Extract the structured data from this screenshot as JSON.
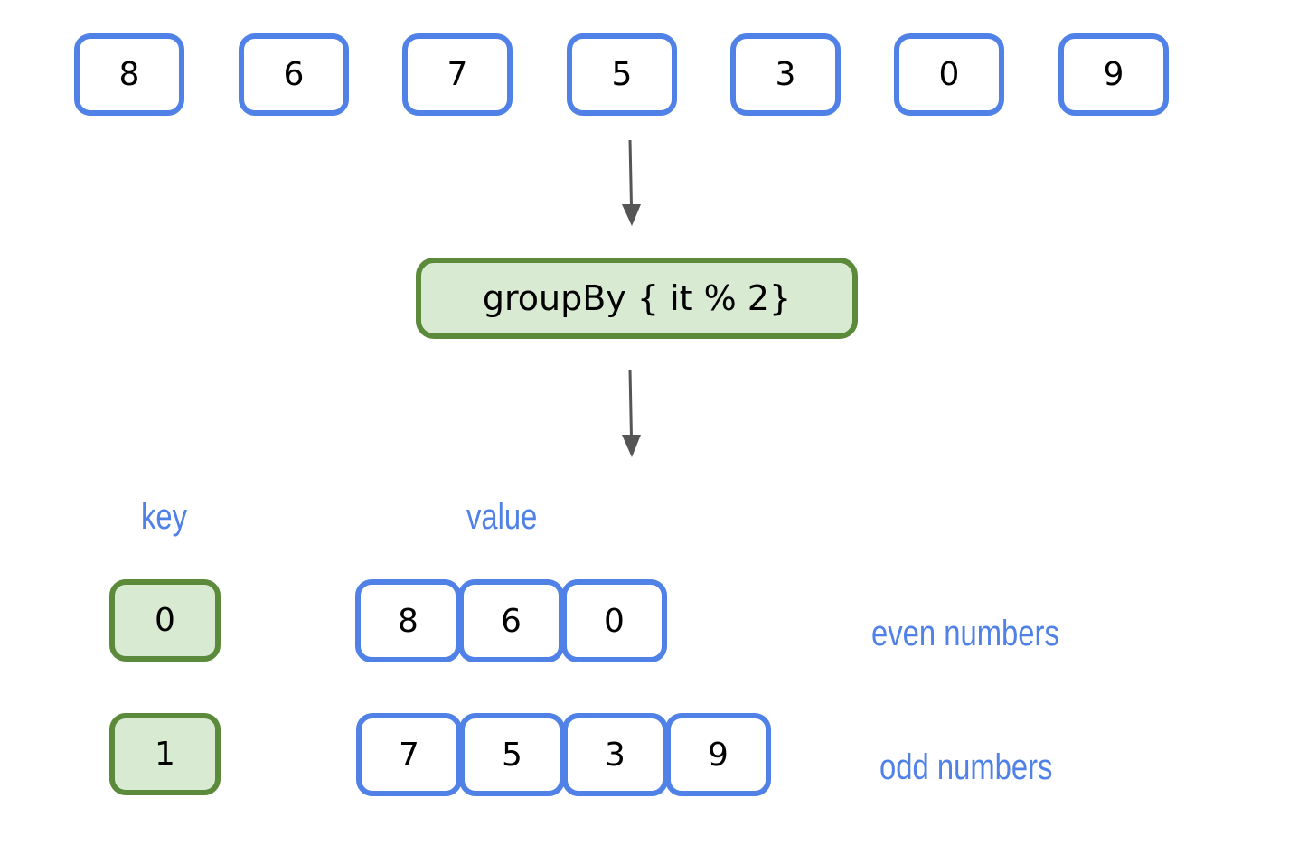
{
  "input_sequence": [
    "8",
    "6",
    "7",
    "5",
    "3",
    "0",
    "9"
  ],
  "operation": "groupBy { it % 2}",
  "headers": {
    "key": "key",
    "value": "value"
  },
  "groups": [
    {
      "key": "0",
      "values": [
        "8",
        "6",
        "0"
      ],
      "description": "even numbers"
    },
    {
      "key": "1",
      "values": [
        "7",
        "5",
        "3",
        "9"
      ],
      "description": "odd numbers"
    }
  ],
  "colors": {
    "element_border": "#5081e6",
    "key_border": "#5b8a3a",
    "key_fill": "#d9ead3",
    "label_text": "#5081e6",
    "arrow": "#555555"
  }
}
